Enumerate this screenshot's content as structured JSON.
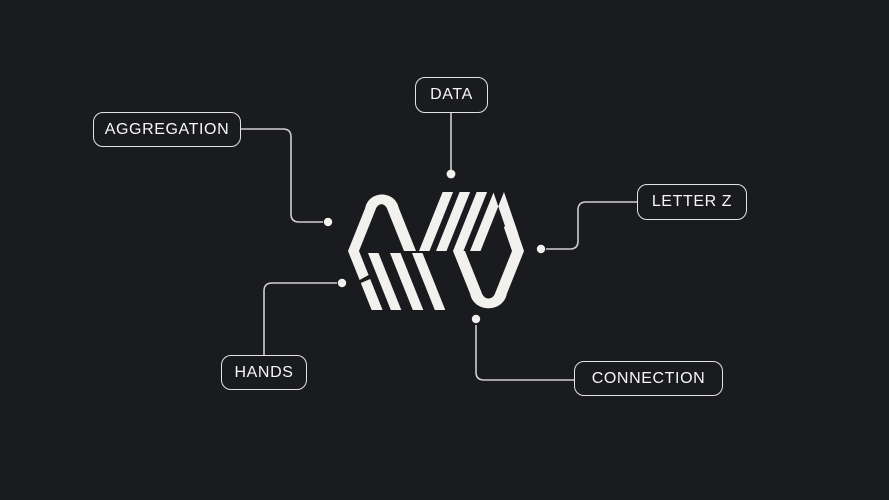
{
  "theme": {
    "bg": "#1a1b1e",
    "fg": "#f2f1ee",
    "line": "#cfcfcf",
    "label_border": "#e3e3e3",
    "label_text": "#f7f7f7"
  },
  "diagram": {
    "description": "logo-anatomy-diagram",
    "logo": "hexagon-striped-z-mark",
    "labels": [
      {
        "id": "data",
        "text": "DATA"
      },
      {
        "id": "aggregation",
        "text": "AGGREGATION"
      },
      {
        "id": "letter-z",
        "text": "LETTER Z"
      },
      {
        "id": "hands",
        "text": "HANDS"
      },
      {
        "id": "connection",
        "text": "CONNECTION"
      }
    ]
  }
}
